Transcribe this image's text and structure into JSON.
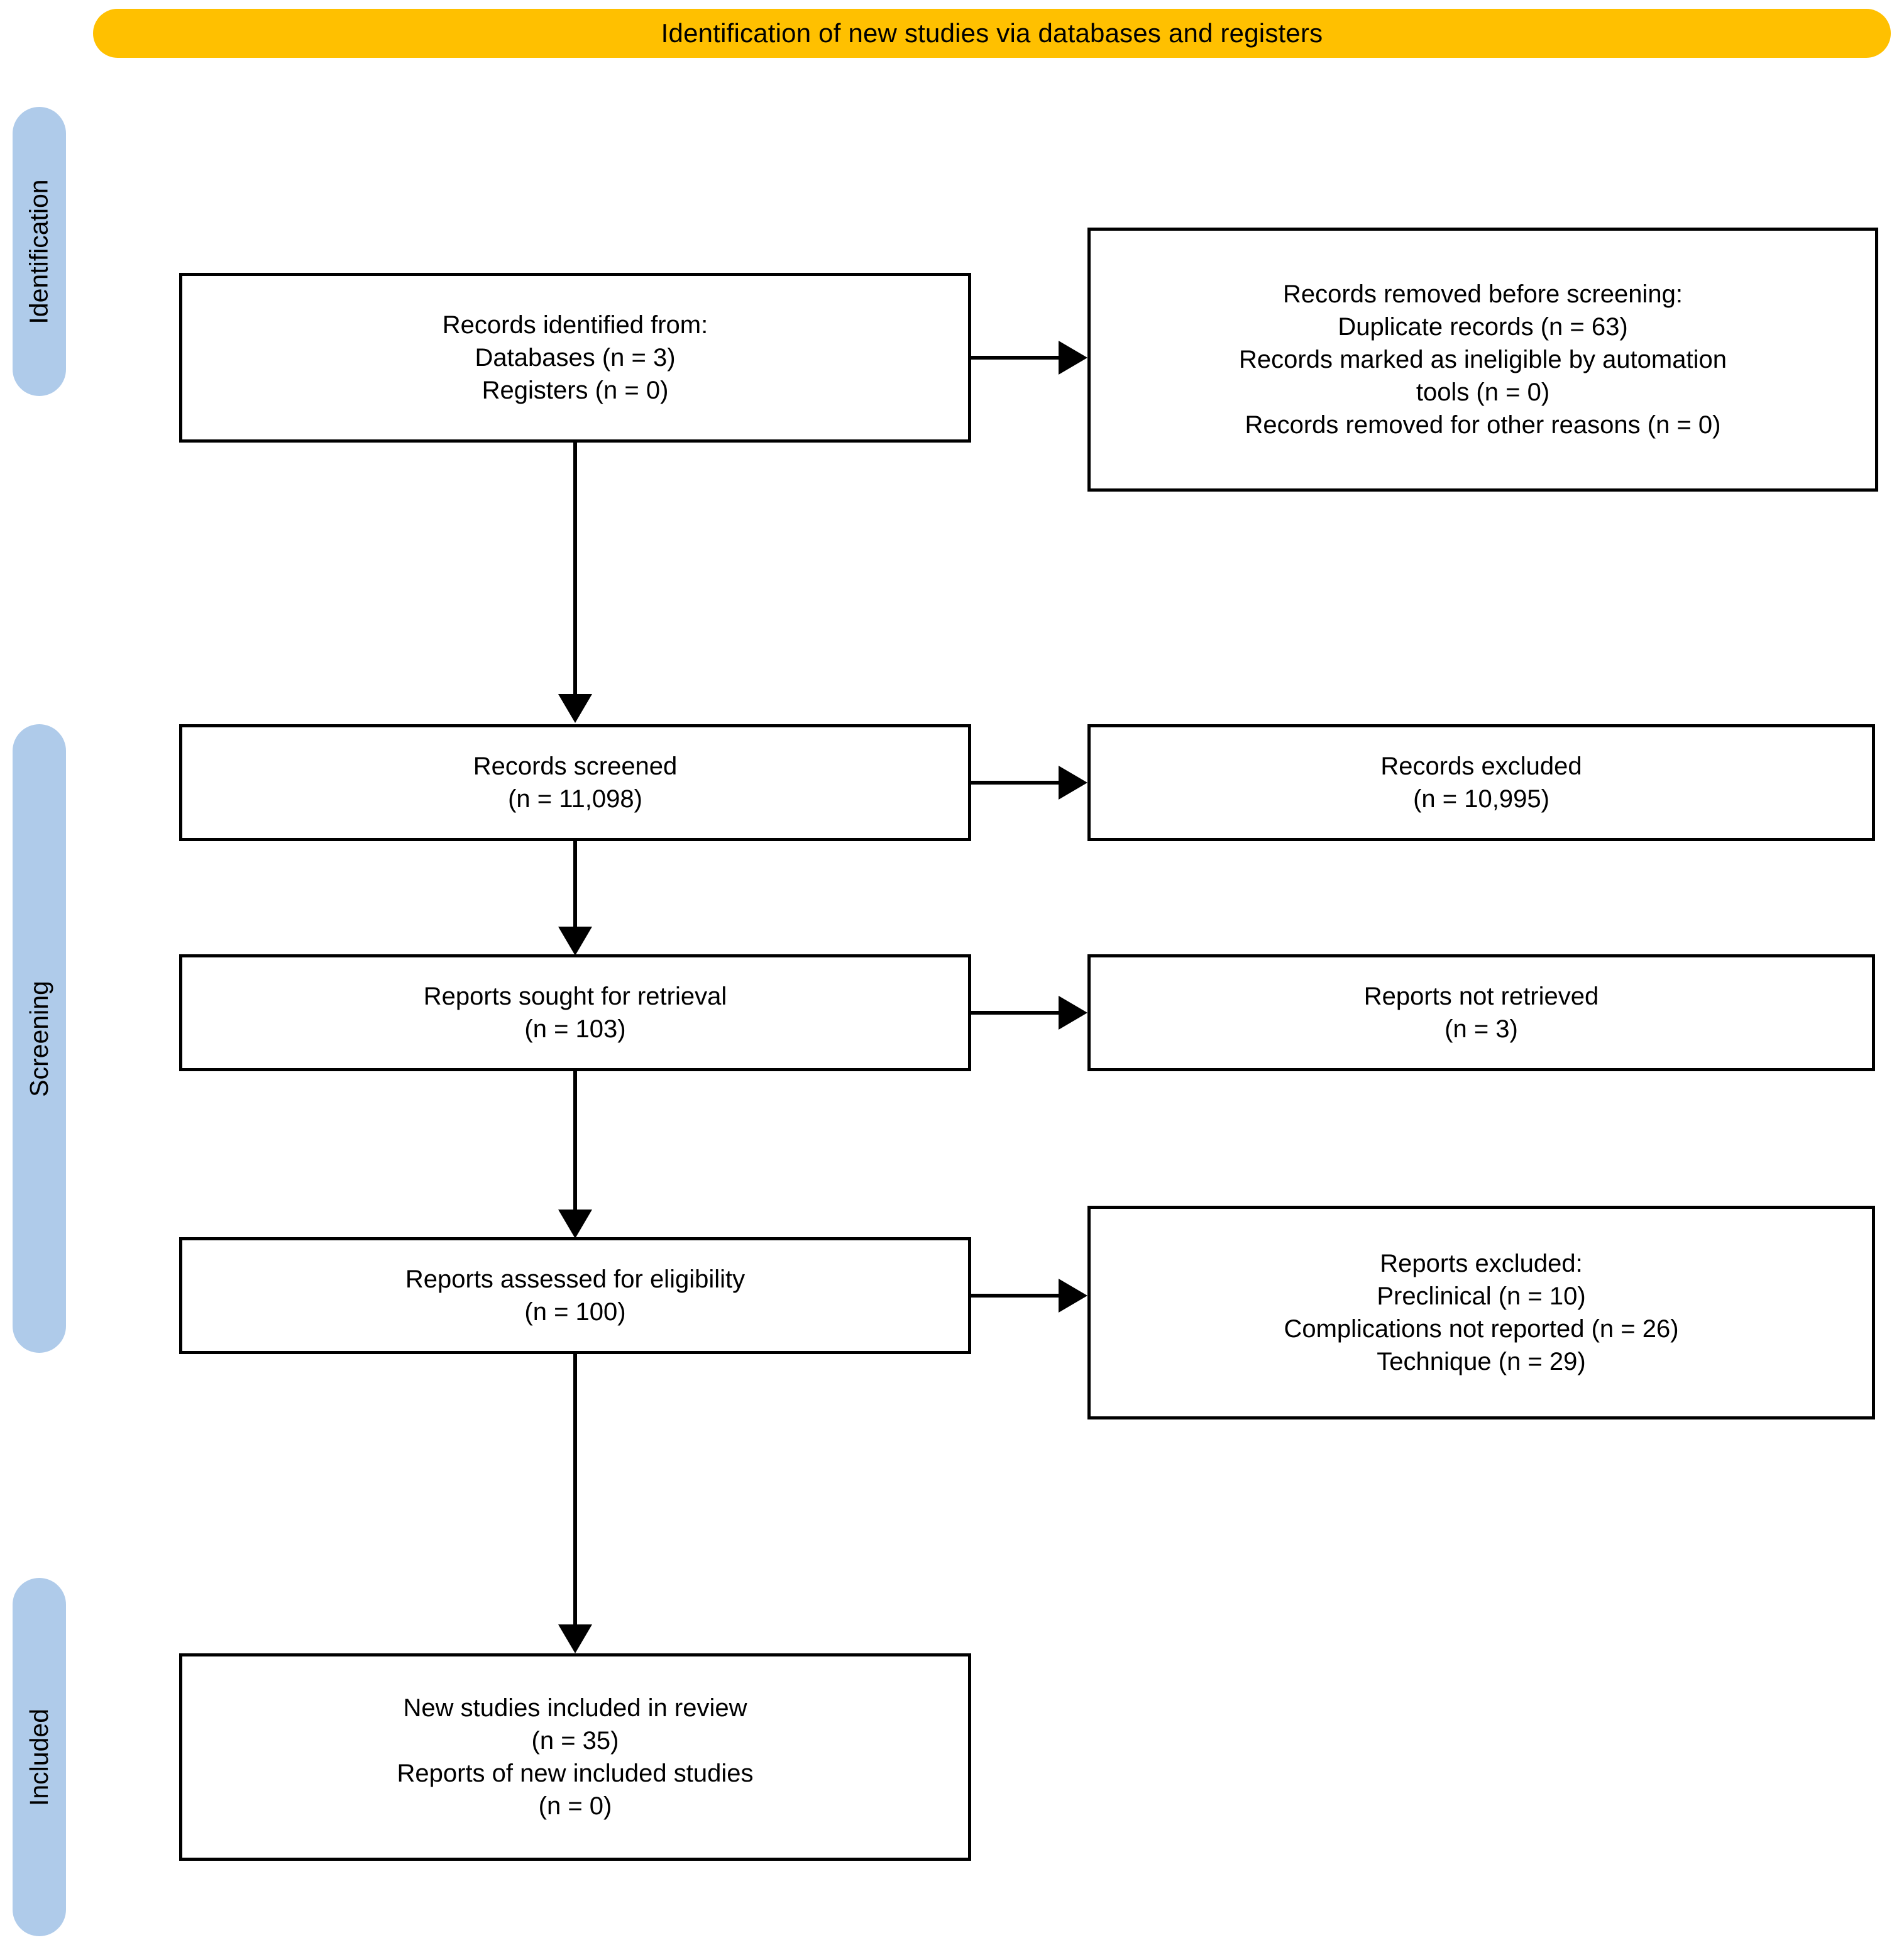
{
  "banner": {
    "title": "Identification of new studies via databases and registers"
  },
  "colors": {
    "banner_bg": "#FFC000",
    "stage_label_bg": "#AFCBEA",
    "box_border": "#000000",
    "box_bg": "#FFFFFF",
    "text": "#000000"
  },
  "stage_labels": [
    {
      "id": "identification",
      "label": "Identification"
    },
    {
      "id": "screening",
      "label": "Screening"
    },
    {
      "id": "included",
      "label": "Included"
    }
  ],
  "boxes": {
    "identified": {
      "name": "Records identified from",
      "lines": [
        "Records identified from:",
        "Databases (n = 3)",
        "Registers (n = 0)"
      ]
    },
    "removed": {
      "name": "Records removed before screening",
      "lines": [
        "Records removed before screening:",
        "Duplicate records (n = 63)",
        "Records marked as ineligible by automation",
        "tools (n = 0)",
        "Records removed for other reasons (n = 0)"
      ]
    },
    "screened": {
      "name": "Records screened",
      "lines": [
        "Records screened",
        "(n = 11,098)"
      ]
    },
    "excluded": {
      "name": "Records excluded",
      "lines": [
        "Records excluded",
        "(n = 10,995)"
      ]
    },
    "sought": {
      "name": "Reports sought for retrieval",
      "lines": [
        "Reports sought for retrieval",
        "(n = 103)"
      ]
    },
    "not_retrieved": {
      "name": "Reports not retrieved",
      "lines": [
        "Reports not retrieved",
        "(n = 3)"
      ]
    },
    "assessed": {
      "name": "Reports assessed for eligibility",
      "lines": [
        "Reports assessed for eligibility",
        "(n = 100)"
      ]
    },
    "reports_excluded": {
      "name": "Reports excluded",
      "lines": [
        "Reports excluded:",
        "Preclinical (n = 10)",
        "Complications not reported (n = 26)",
        "Technique (n = 29)"
      ]
    },
    "included": {
      "name": "New studies included in review",
      "lines": [
        "New studies included in review",
        "(n = 35)",
        "Reports of new included studies",
        "(n = 0)"
      ]
    }
  },
  "chart_data": {
    "type": "table",
    "title": "Identification of new studies via databases and registers",
    "nodes": [
      {
        "id": "identified",
        "stage": "Identification",
        "column": "left",
        "label": "Records identified from",
        "values": {
          "Databases": 3,
          "Registers": 0
        }
      },
      {
        "id": "removed",
        "stage": "Identification",
        "column": "right",
        "label": "Records removed before screening",
        "values": {
          "Duplicate records": 63,
          "Records marked as ineligible by automation tools": 0,
          "Records removed for other reasons": 0
        }
      },
      {
        "id": "screened",
        "stage": "Screening",
        "column": "left",
        "label": "Records screened",
        "values": {
          "n": 11098
        }
      },
      {
        "id": "excluded",
        "stage": "Screening",
        "column": "right",
        "label": "Records excluded",
        "values": {
          "n": 10995
        }
      },
      {
        "id": "sought",
        "stage": "Screening",
        "column": "left",
        "label": "Reports sought for retrieval",
        "values": {
          "n": 103
        }
      },
      {
        "id": "not_retrieved",
        "stage": "Screening",
        "column": "right",
        "label": "Reports not retrieved",
        "values": {
          "n": 3
        }
      },
      {
        "id": "assessed",
        "stage": "Screening",
        "column": "left",
        "label": "Reports assessed for eligibility",
        "values": {
          "n": 100
        }
      },
      {
        "id": "reports_excluded",
        "stage": "Screening",
        "column": "right",
        "label": "Reports excluded",
        "values": {
          "Preclinical": 10,
          "Complications not reported": 26,
          "Technique": 29
        }
      },
      {
        "id": "included",
        "stage": "Included",
        "column": "left",
        "label": "New studies included in review",
        "values": {
          "New studies included in review": 35,
          "Reports of new included studies": 0
        }
      }
    ],
    "edges": [
      {
        "from": "identified",
        "to": "removed",
        "direction": "right"
      },
      {
        "from": "identified",
        "to": "screened",
        "direction": "down"
      },
      {
        "from": "screened",
        "to": "excluded",
        "direction": "right"
      },
      {
        "from": "screened",
        "to": "sought",
        "direction": "down"
      },
      {
        "from": "sought",
        "to": "not_retrieved",
        "direction": "right"
      },
      {
        "from": "sought",
        "to": "assessed",
        "direction": "down"
      },
      {
        "from": "assessed",
        "to": "reports_excluded",
        "direction": "right"
      },
      {
        "from": "assessed",
        "to": "included",
        "direction": "down"
      }
    ]
  }
}
